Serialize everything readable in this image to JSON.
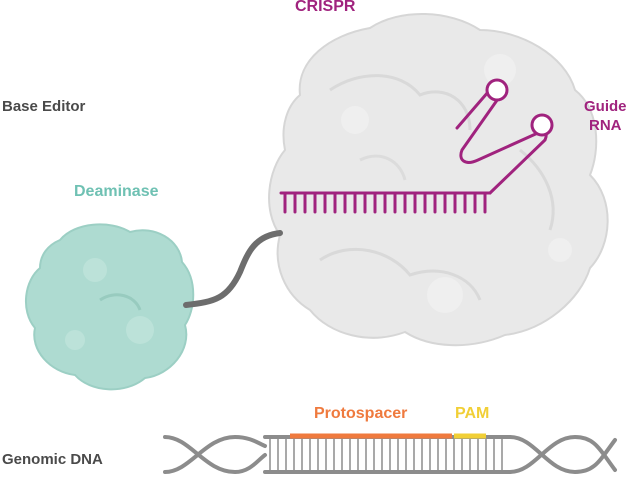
{
  "labels": {
    "base_editor": "Base Editor",
    "crispr": "CRISPR",
    "guide_line1": "Guide",
    "guide_line2": "RNA",
    "deaminase": "Deaminase",
    "protospacer": "Protospacer",
    "pam": "PAM",
    "genomic_dna": "Genomic DNA"
  },
  "colors": {
    "crispr_protein": "#e6e6e6",
    "deaminase_protein": "#a9d9cf",
    "guide_rna": "#a0237e",
    "linker": "#6d6d6d",
    "dna": "#8c8c8c",
    "protospacer": "#ef7a3e",
    "pam": "#f1cf36"
  }
}
